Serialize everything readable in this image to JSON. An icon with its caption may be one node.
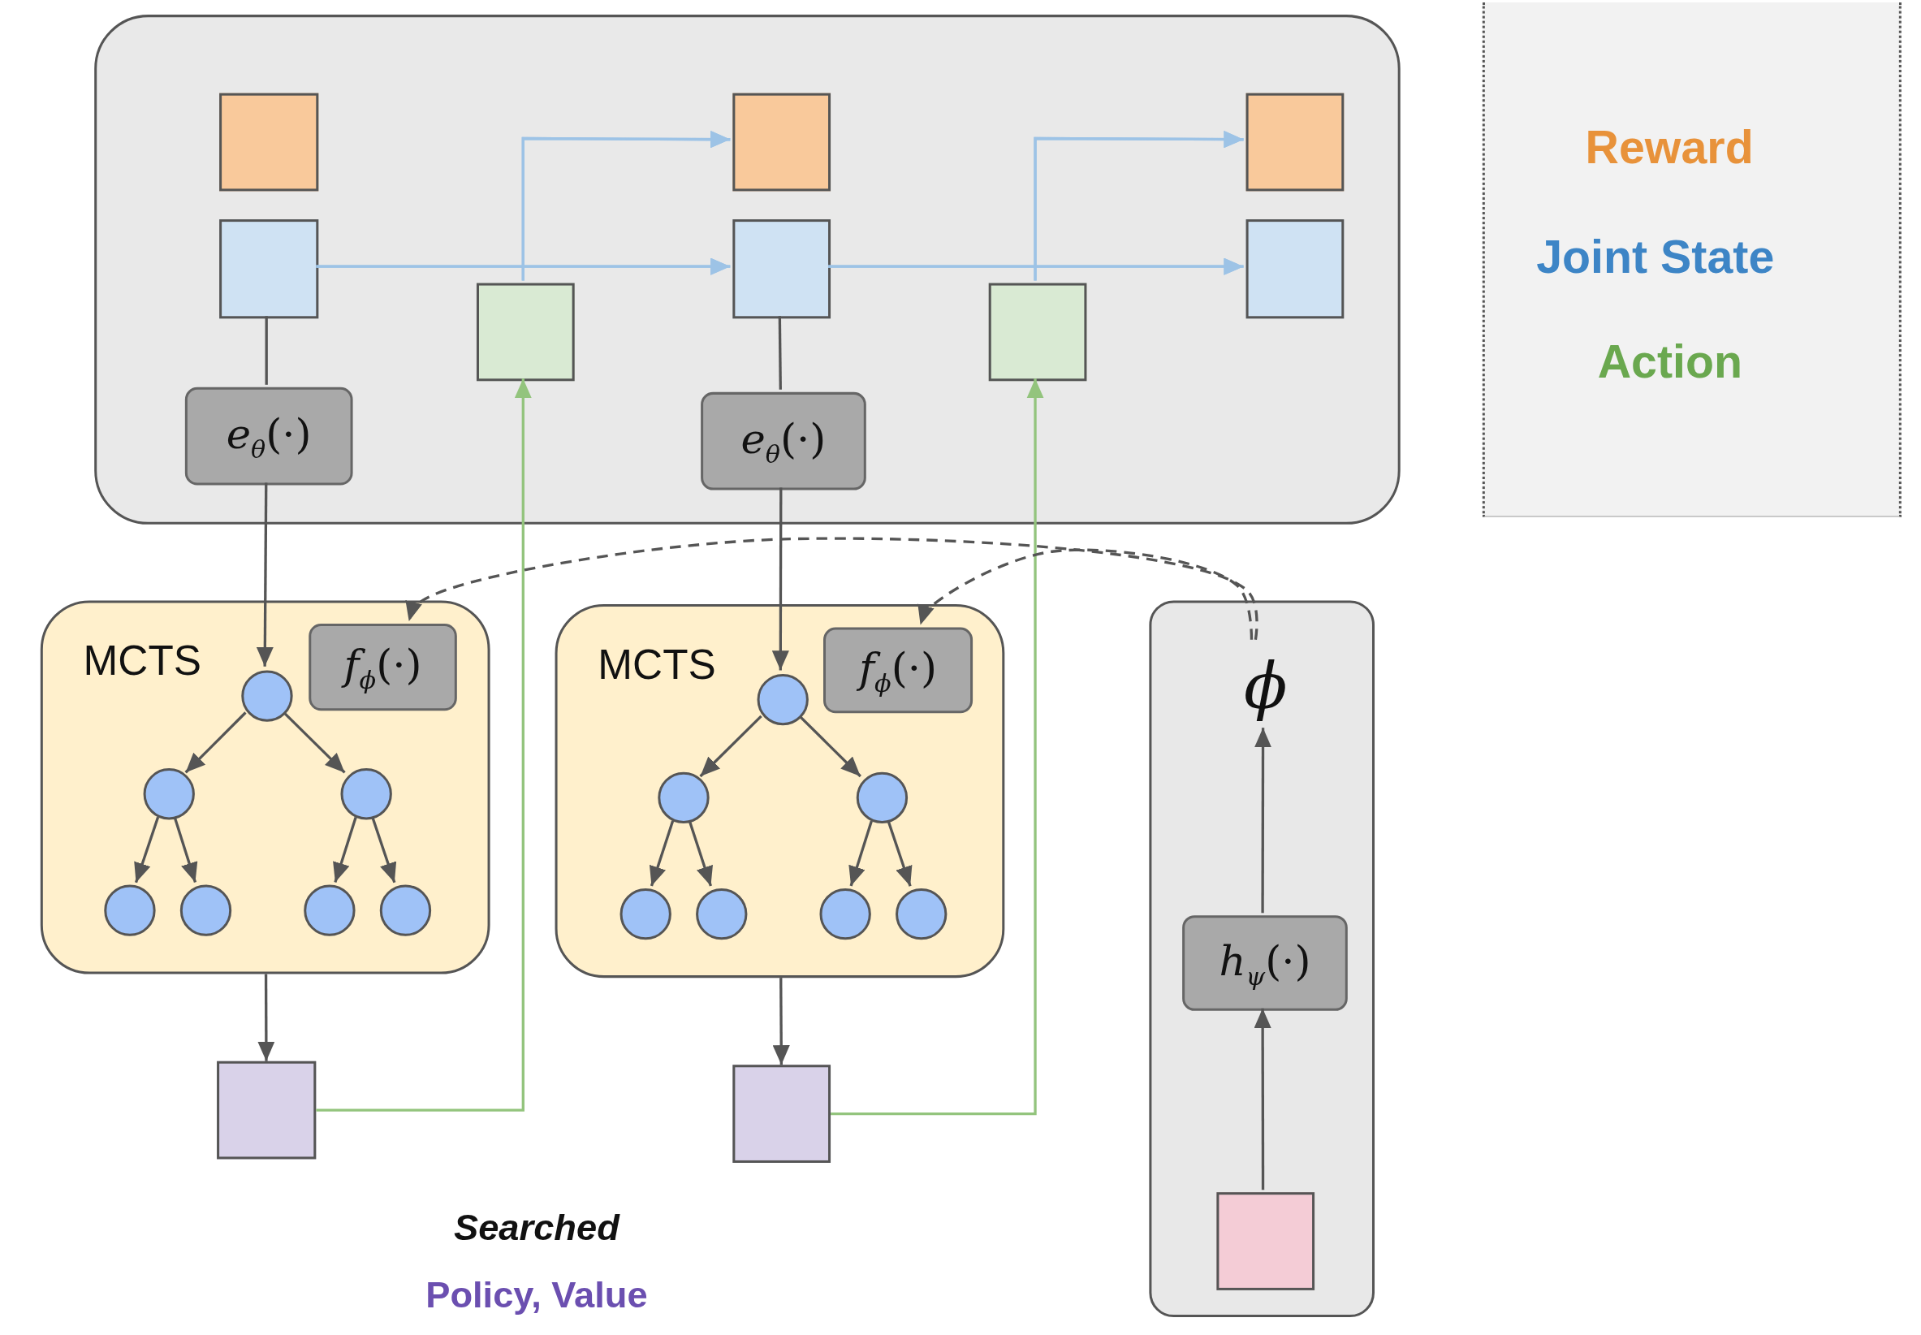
{
  "diagram": {
    "nodes": [
      {
        "text": [],
        "shape": "box"
      },
      {
        "text": [],
        "shape": "box",
        "in": 0
      },
      {
        "text": [],
        "shape": "box",
        "in": 0
      },
      {
        "text": [],
        "shape": "box",
        "in": 0
      },
      {
        "text": [],
        "shape": "box",
        "in": 0
      },
      {
        "text": [],
        "shape": "box",
        "in": 0
      },
      {
        "text": [],
        "shape": "box",
        "in": 0
      },
      {
        "text": [],
        "shape": "box",
        "in": 0
      },
      {
        "text": [],
        "shape": "box",
        "in": 0
      },
      {
        "text": [
          "*e*$_{θ}$(·)"
        ],
        "in": 0
      },
      {
        "text": [
          "*e*$_{θ}$(·)"
        ],
        "in": 0
      },
      {
        "text": [
          "MCTS"
        ]
      },
      {
        "text": [
          "*f*$_{ϕ}$(·)"
        ],
        "in": 11
      },
      {
        "text": [],
        "shape": "circle",
        "in": 11
      },
      {
        "text": [],
        "shape": "circle",
        "in": 11
      },
      {
        "text": [],
        "shape": "circle",
        "in": 11
      },
      {
        "text": [],
        "shape": "circle",
        "in": 11
      },
      {
        "text": [],
        "shape": "circle",
        "in": 11
      },
      {
        "text": [],
        "shape": "circle",
        "in": 11
      },
      {
        "text": [],
        "shape": "circle",
        "in": 11
      },
      {
        "text": [
          "MCTS"
        ]
      },
      {
        "text": [
          "*f*$_{ϕ}$(·)"
        ],
        "in": 20
      },
      {
        "text": [],
        "shape": "circle",
        "in": 20
      },
      {
        "text": [],
        "shape": "circle",
        "in": 20
      },
      {
        "text": [],
        "shape": "circle",
        "in": 20
      },
      {
        "text": [],
        "shape": "circle",
        "in": 20
      },
      {
        "text": [],
        "shape": "circle",
        "in": 20
      },
      {
        "text": [],
        "shape": "circle",
        "in": 20
      },
      {
        "text": [],
        "shape": "circle",
        "in": 20
      },
      {
        "text": [],
        "shape": "box"
      },
      {
        "text": [],
        "shape": "box"
      },
      {
        "text": [],
        "shape": "box"
      },
      {
        "text": [
          "ϕ"
        ],
        "in": 31
      },
      {
        "text": [
          "*h*$_{ψ}$(·)"
        ],
        "in": 31
      },
      {
        "text": [],
        "shape": "box",
        "in": 31
      }
    ],
    "edges": [
      {
        "from": 2,
        "to": 5,
        "arrow": "to",
        "color": "#9dc3e6"
      },
      {
        "from": 2,
        "to": 4,
        "arrow": "to",
        "color": "#9dc3e6"
      },
      {
        "from": 3,
        "to": 5,
        "arrow": "to",
        "color": "#9dc3e6"
      },
      {
        "from": 3,
        "to": 4,
        "arrow": "to",
        "color": "#9dc3e6"
      },
      {
        "from": 5,
        "to": 8,
        "arrow": "to",
        "color": "#9dc3e6"
      },
      {
        "from": 5,
        "to": 7,
        "arrow": "to",
        "color": "#9dc3e6"
      },
      {
        "from": 6,
        "to": 8,
        "arrow": "to",
        "color": "#9dc3e6"
      },
      {
        "from": 6,
        "to": 7,
        "arrow": "to",
        "color": "#9dc3e6"
      },
      {
        "from": 2,
        "to": 9,
        "arrow": "none"
      },
      {
        "from": 9,
        "to": 13,
        "arrow": "to"
      },
      {
        "from": 13,
        "to": 14,
        "arrow": "to"
      },
      {
        "from": 13,
        "to": 15,
        "arrow": "to"
      },
      {
        "from": 14,
        "to": 16,
        "arrow": "to"
      },
      {
        "from": 14,
        "to": 17,
        "arrow": "to"
      },
      {
        "from": 15,
        "to": 18,
        "arrow": "to"
      },
      {
        "from": 15,
        "to": 19,
        "arrow": "to"
      },
      {
        "from": 5,
        "to": 10,
        "arrow": "none"
      },
      {
        "from": 10,
        "to": 22,
        "arrow": "to"
      },
      {
        "from": 22,
        "to": 23,
        "arrow": "to"
      },
      {
        "from": 22,
        "to": 24,
        "arrow": "to"
      },
      {
        "from": 23,
        "to": 25,
        "arrow": "to"
      },
      {
        "from": 23,
        "to": 26,
        "arrow": "to"
      },
      {
        "from": 24,
        "to": 27,
        "arrow": "to"
      },
      {
        "from": 24,
        "to": 28,
        "arrow": "to"
      },
      {
        "from": 11,
        "to": 29,
        "arrow": "to"
      },
      {
        "from": 20,
        "to": 30,
        "arrow": "to"
      },
      {
        "from": 29,
        "to": 3,
        "arrow": "to",
        "color": "#93c47d"
      },
      {
        "from": 30,
        "to": 6,
        "arrow": "to",
        "color": "#93c47d"
      },
      {
        "from": 34,
        "to": 33,
        "arrow": "to"
      },
      {
        "from": 33,
        "to": 32,
        "arrow": "to"
      },
      {
        "from": 32,
        "to": 12,
        "arrow": "to",
        "style": "dashed"
      },
      {
        "from": 32,
        "to": 21,
        "arrow": "to",
        "style": "dashed"
      }
    ],
    "labels": [
      "Searched",
      "Policy, Value"
    ],
    "legend": [
      {
        "text": "Reward",
        "color": "#e8923a"
      },
      {
        "text": "Joint State",
        "color": "#3d85c6"
      },
      {
        "text": "Action",
        "color": "#6aa84f"
      }
    ]
  }
}
